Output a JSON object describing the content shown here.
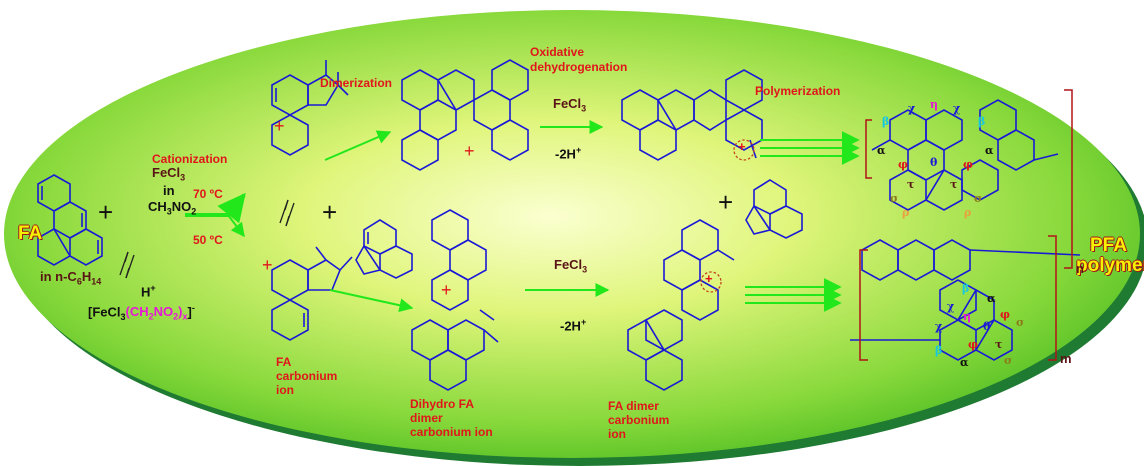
{
  "labels": {
    "fa": "FA",
    "in_hexane": "in n-C",
    "hexane_c": "6",
    "hexane_h": "H",
    "hexane_n": "14",
    "fecl3_main": "FeCl",
    "fecl3_sub": "3",
    "in_word": "in",
    "ch3no2": "CH",
    "ch3no2_a": "3",
    "ch3no2_b": "NO",
    "ch3no2_c": "2",
    "h_plus": "H",
    "plus_sign": "+",
    "complex_a": "[FeCl",
    "complex_b": "3",
    "complex_c": "(CH",
    "complex_d": "2",
    "complex_e": "NO",
    "complex_f": "2",
    "complex_g": ")",
    "complex_h": "x",
    "complex_i": "]",
    "minus_sign": "-",
    "cationization": "Cationization",
    "temp_70": "70 ºC",
    "temp_50": "50 ºC",
    "dimerization": "Dimerization",
    "oxidative_1": "Oxidative",
    "oxidative_2": "dehydrogenation",
    "fecl3_top": "FeCl",
    "fecl3_bottom": "FeCl",
    "minus_2h_top": "-2H",
    "minus_2h_bottom": "-2H",
    "polymerization": "Polymerization",
    "fa_carbonium_1": "FA",
    "fa_carbonium_2": "carbonium",
    "fa_carbonium_3": "ion",
    "dihydro_1": "Dihydro FA",
    "dihydro_2": "dimer",
    "dihydro_3": "carbonium ion",
    "dimer_1": "FA dimer",
    "dimer_2": "carbonium",
    "dimer_3": "ion",
    "pfa_1": "PFA",
    "pfa_2": "polymer",
    "n_sub": "n",
    "m_sub": "m"
  },
  "greek": {
    "alpha": "α",
    "beta": "β",
    "chi": "χ",
    "eta": "η",
    "phi": "φ",
    "theta": "θ",
    "tau": "τ",
    "sigma": "σ",
    "rho": "ρ"
  },
  "colors": {
    "molecule": "#1a1ad6",
    "arrow": "#22e81b",
    "red_label": "#e0161b",
    "yellow_label": "#f7f200",
    "ellipse_center": "#f6ffb0",
    "ellipse_edge": "#44c21a",
    "ellipse_shadow": "#1f7a32"
  }
}
